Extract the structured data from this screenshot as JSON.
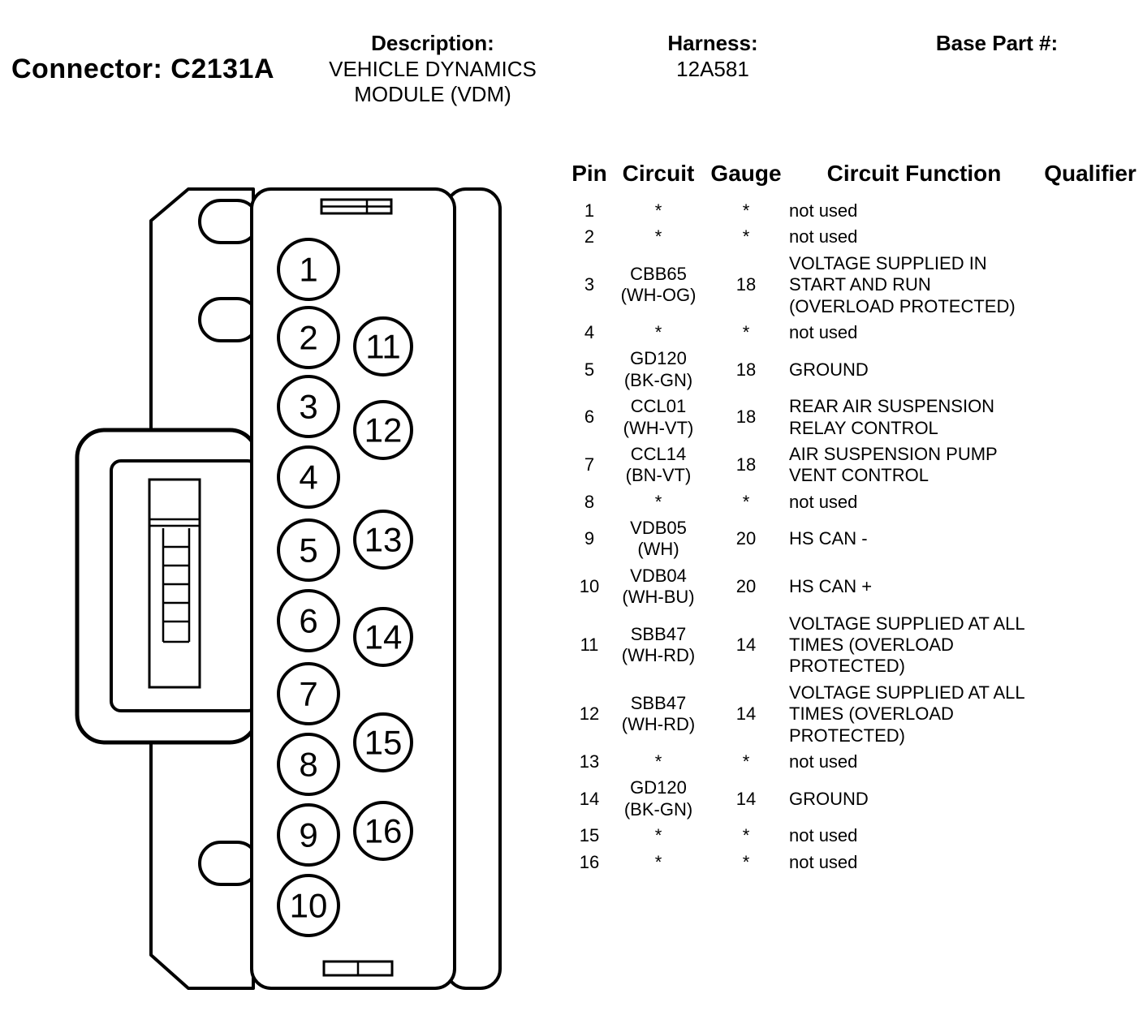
{
  "header": {
    "connector_label": "Connector: C2131A",
    "description_label": "Description:",
    "description_value": "VEHICLE DYNAMICS MODULE (VDM)",
    "harness_label": "Harness:",
    "harness_value": "12A581",
    "base_part_label": "Base Part #:",
    "base_part_value": ""
  },
  "diagram": {
    "pins": [
      "1",
      "2",
      "3",
      "4",
      "5",
      "6",
      "7",
      "8",
      "9",
      "10",
      "11",
      "12",
      "13",
      "14",
      "15",
      "16"
    ]
  },
  "table": {
    "columns": [
      "Pin",
      "Circuit",
      "Gauge",
      "Circuit Function",
      "Qualifier"
    ],
    "rows": [
      {
        "pin": "1",
        "circuit": "*",
        "circuit_color": "",
        "gauge": "*",
        "function": "not used",
        "qualifier": ""
      },
      {
        "pin": "2",
        "circuit": "*",
        "circuit_color": "",
        "gauge": "*",
        "function": "not used",
        "qualifier": ""
      },
      {
        "pin": "3",
        "circuit": "CBB65",
        "circuit_color": "(WH-OG)",
        "gauge": "18",
        "function": "VOLTAGE SUPPLIED IN\nSTART AND RUN\n(OVERLOAD PROTECTED)",
        "qualifier": ""
      },
      {
        "pin": "4",
        "circuit": "*",
        "circuit_color": "",
        "gauge": "*",
        "function": "not used",
        "qualifier": ""
      },
      {
        "pin": "5",
        "circuit": "GD120",
        "circuit_color": "(BK-GN)",
        "gauge": "18",
        "function": "GROUND",
        "qualifier": ""
      },
      {
        "pin": "6",
        "circuit": "CCL01",
        "circuit_color": "(WH-VT)",
        "gauge": "18",
        "function": "REAR AIR SUSPENSION\nRELAY CONTROL",
        "qualifier": ""
      },
      {
        "pin": "7",
        "circuit": "CCL14",
        "circuit_color": "(BN-VT)",
        "gauge": "18",
        "function": "AIR SUSPENSION PUMP\nVENT CONTROL",
        "qualifier": ""
      },
      {
        "pin": "8",
        "circuit": "*",
        "circuit_color": "",
        "gauge": "*",
        "function": "not used",
        "qualifier": ""
      },
      {
        "pin": "9",
        "circuit": "VDB05",
        "circuit_color": "(WH)",
        "gauge": "20",
        "function": "HS CAN -",
        "qualifier": ""
      },
      {
        "pin": "10",
        "circuit": "VDB04",
        "circuit_color": "(WH-BU)",
        "gauge": "20",
        "function": "HS CAN +",
        "qualifier": ""
      },
      {
        "pin": "11",
        "circuit": "SBB47",
        "circuit_color": "(WH-RD)",
        "gauge": "14",
        "function": "VOLTAGE SUPPLIED AT ALL\nTIMES (OVERLOAD\nPROTECTED)",
        "qualifier": ""
      },
      {
        "pin": "12",
        "circuit": "SBB47",
        "circuit_color": "(WH-RD)",
        "gauge": "14",
        "function": "VOLTAGE SUPPLIED AT ALL\nTIMES (OVERLOAD\nPROTECTED)",
        "qualifier": ""
      },
      {
        "pin": "13",
        "circuit": "*",
        "circuit_color": "",
        "gauge": "*",
        "function": "not used",
        "qualifier": ""
      },
      {
        "pin": "14",
        "circuit": "GD120",
        "circuit_color": "(BK-GN)",
        "gauge": "14",
        "function": "GROUND",
        "qualifier": ""
      },
      {
        "pin": "15",
        "circuit": "*",
        "circuit_color": "",
        "gauge": "*",
        "function": "not used",
        "qualifier": ""
      },
      {
        "pin": "16",
        "circuit": "*",
        "circuit_color": "",
        "gauge": "*",
        "function": "not used",
        "qualifier": ""
      }
    ]
  }
}
